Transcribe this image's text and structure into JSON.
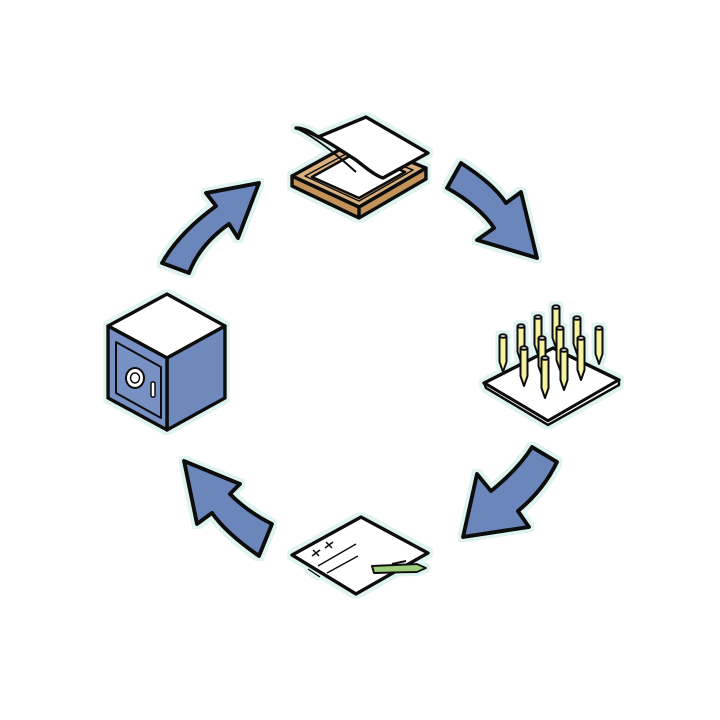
{
  "colors": {
    "background": "#ffffff",
    "outline": "#111111",
    "glow": "#dff4f0",
    "arrow_fill": "#6b86bb",
    "safe_front": "#7891c4",
    "safe_side": "#6f89bd",
    "safe_top": "#ffffff",
    "tray_wood": "#d9b07e",
    "tray_wood_dark": "#c4935a",
    "paper": "#ffffff",
    "pencil": "#f6f2a0",
    "pen": "#9ccc7c"
  },
  "diagram": {
    "kind": "cycle",
    "steps": [
      {
        "id": "paper-tray",
        "icon": "paper-tray-icon"
      },
      {
        "id": "pencils-board",
        "icon": "pencil-pincushion-icon"
      },
      {
        "id": "document-with-pen",
        "icon": "signed-document-icon"
      },
      {
        "id": "safe",
        "icon": "safe-icon"
      }
    ],
    "arrows": [
      {
        "from": "paper-tray",
        "to": "pencils-board",
        "icon": "curved-arrow-icon"
      },
      {
        "from": "pencils-board",
        "to": "document-with-pen",
        "icon": "curved-arrow-icon"
      },
      {
        "from": "document-with-pen",
        "to": "safe",
        "icon": "curved-arrow-icon"
      },
      {
        "from": "safe",
        "to": "paper-tray",
        "icon": "curved-arrow-icon"
      }
    ]
  }
}
